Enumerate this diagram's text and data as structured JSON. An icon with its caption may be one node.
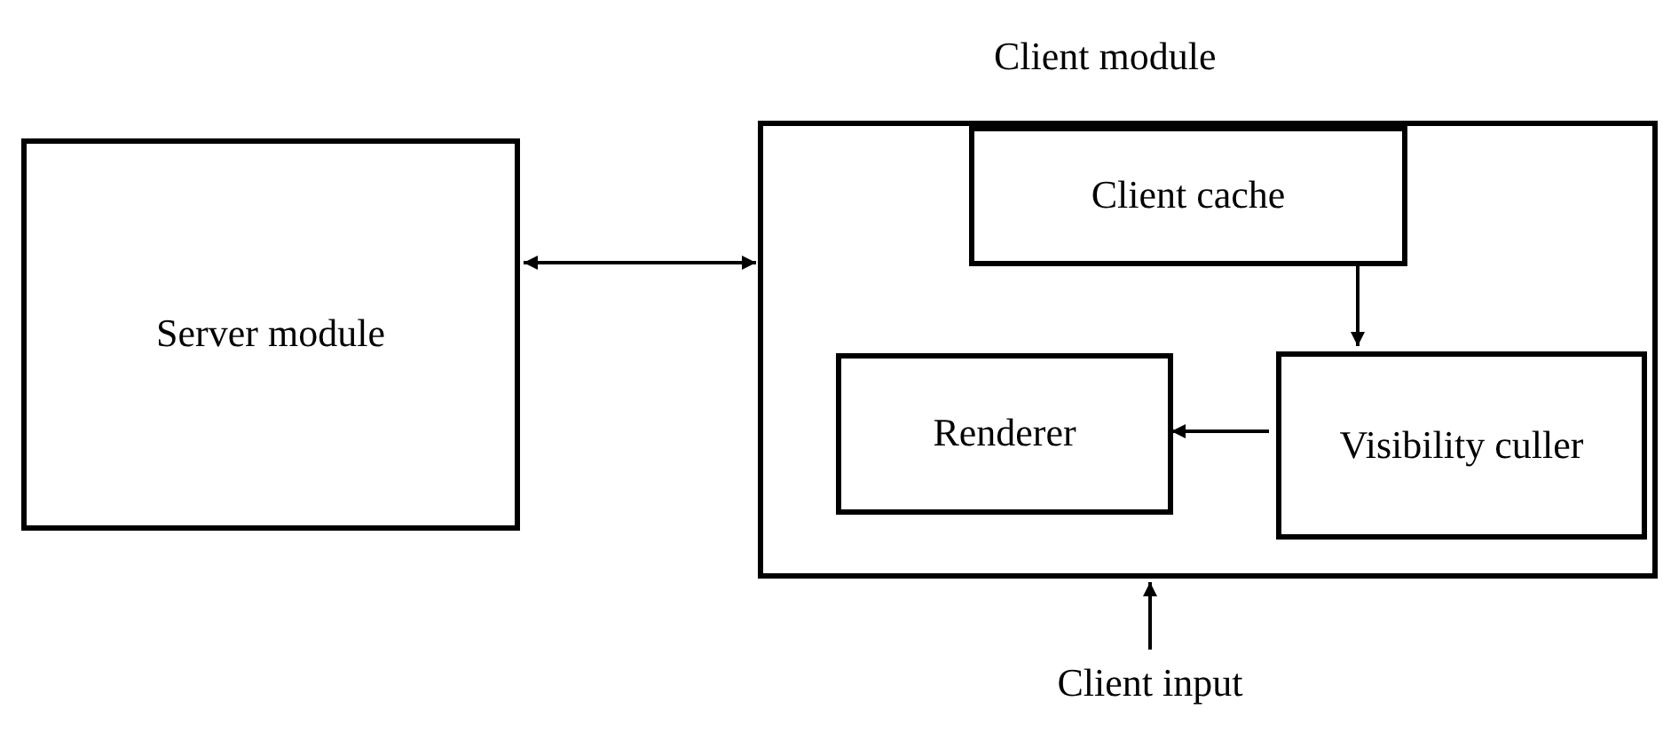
{
  "diagram": {
    "nodes": [
      {
        "text": [
          "Server module"
        ]
      },
      {
        "text": [
          "Client module"
        ]
      },
      {
        "text": [
          "Client cache"
        ],
        "in": 1
      },
      {
        "text": [
          "Renderer"
        ],
        "in": 1
      },
      {
        "text": [
          "Visibility culler"
        ],
        "in": 1
      },
      {
        "text": [
          "Client input"
        ]
      }
    ],
    "edges": [
      {
        "from": 0,
        "to": 1,
        "arrow": "both"
      },
      {
        "from": 2,
        "to": 4,
        "arrow": "to"
      },
      {
        "from": 4,
        "to": 3,
        "arrow": "to"
      },
      {
        "from": 5,
        "to": 1,
        "arrow": "to"
      }
    ]
  }
}
